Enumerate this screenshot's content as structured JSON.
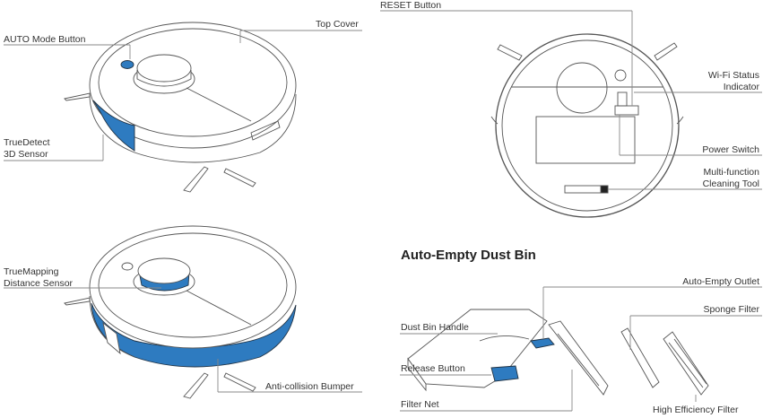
{
  "colors": {
    "accent": "#2e7bc0",
    "line": "#555555",
    "leader": "#888888"
  },
  "robot_top_view": {
    "labels": {
      "auto_mode_button": "AUTO Mode Button",
      "top_cover": "Top Cover",
      "truedetect_line1": "TrueDetect",
      "truedetect_line2": "3D Sensor"
    }
  },
  "robot_side_view": {
    "labels": {
      "truemapping_line1": "TrueMapping",
      "truemapping_line2": "Distance Sensor",
      "bumper": "Anti-collision Bumper"
    }
  },
  "robot_bottom_view": {
    "labels": {
      "reset_button": "RESET Button",
      "wifi_line1": "Wi-Fi Status",
      "wifi_line2": "Indicator",
      "power_switch": "Power Switch",
      "tool_line1": "Multi-function",
      "tool_line2": "Cleaning Tool"
    }
  },
  "dust_bin": {
    "title": "Auto-Empty Dust Bin",
    "labels": {
      "outlet": "Auto-Empty Outlet",
      "sponge_filter": "Sponge Filter",
      "handle": "Dust Bin Handle",
      "release_button": "Release Button",
      "filter_net": "Filter Net",
      "hepa_filter": "High Efficiency Filter"
    }
  }
}
